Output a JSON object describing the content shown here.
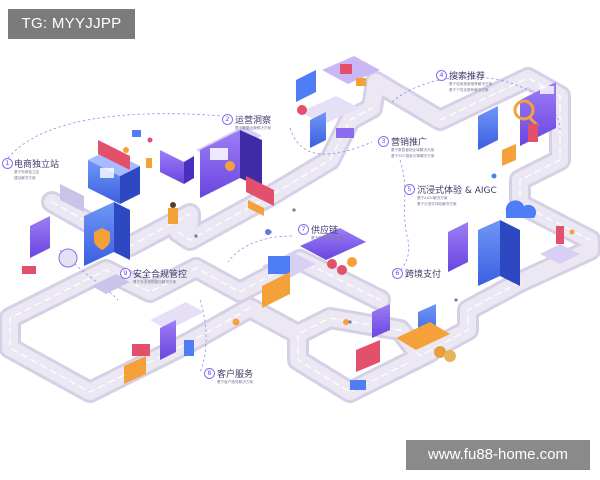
{
  "watermarks": {
    "top": "TG: MYYJJPP",
    "bottom": "www.fu88-home.com"
  },
  "sections": [
    {
      "num": "1",
      "title": "电商独立站",
      "desc": [
        "基于电商独立站",
        "建站解决方案"
      ]
    },
    {
      "num": "2",
      "title": "运营洞察",
      "desc": [
        "基于数据运营解决方案"
      ]
    },
    {
      "num": "3",
      "title": "营销推广",
      "desc": [
        "基于数智营销全域解决方案",
        "基于SEO搜索引擎解决方案"
      ]
    },
    {
      "num": "4",
      "title": "搜索推荐",
      "desc": [
        "基于电商搜索推荐解决方案",
        "基于个性化推荐解决方案"
      ]
    },
    {
      "num": "5",
      "title": "沉浸式体验 & AIGC",
      "desc": [
        "基于AIGC解决方案",
        "基于沉浸式体验解决方案"
      ]
    },
    {
      "num": "6",
      "title": "跨境支付",
      "desc": []
    },
    {
      "num": "7",
      "title": "供应链",
      "desc": [
        "基于供应链解决方案"
      ]
    },
    {
      "num": "8",
      "title": "客户服务",
      "desc": [
        "基于客户服务解决方案"
      ]
    },
    {
      "num": "9",
      "title": "安全合规管控",
      "desc": [
        "基于安全合规管控解决方案"
      ]
    }
  ],
  "colors": {
    "road": "#e4e0ee",
    "road_edge": "#d2cde2",
    "road_stripe": "#ffffff",
    "accent_purple": "#7b5cf0",
    "accent_blue": "#4f7df5",
    "accent_orange": "#f5a13a",
    "accent_pink": "#e2506b",
    "dash": "#9a8ae8"
  }
}
